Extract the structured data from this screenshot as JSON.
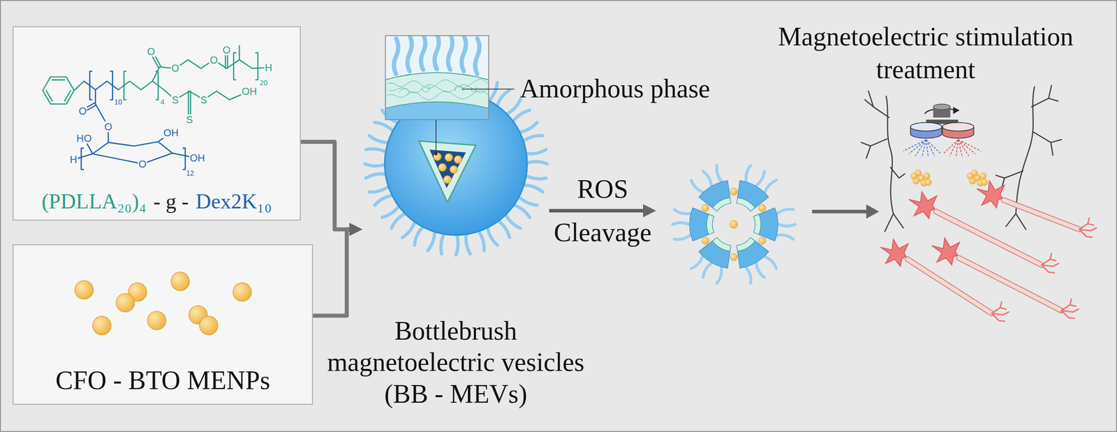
{
  "diagram": {
    "nodes": [
      {
        "text": [
          "(PDLLA₂₀)₄",
          "- g -",
          "Dex2K₁₀"
        ]
      },
      {
        "text": [
          "CFO - BTO MENPs"
        ]
      },
      {
        "text": [
          "Bottlebrush magnetoelectric vesicles (BB - MEVs)"
        ]
      },
      {
        "text": [
          "Magnetoelectric stimulation treatment"
        ]
      }
    ],
    "edges": [
      {
        "from": 0,
        "to": 2,
        "arrow": "to"
      },
      {
        "from": 1,
        "to": 2,
        "arrow": "to"
      },
      {
        "from": 2,
        "to": 3,
        "arrow": "to",
        "label": "ROS Cleavage"
      }
    ],
    "labels": [
      "O",
      "O",
      "O",
      "O",
      "H",
      "20",
      "OH",
      "S",
      "S",
      "10",
      "4",
      "O",
      "S",
      "O",
      "OH",
      "HO",
      "H",
      "OH",
      "O",
      "12",
      "Amorphous phase"
    ]
  }
}
